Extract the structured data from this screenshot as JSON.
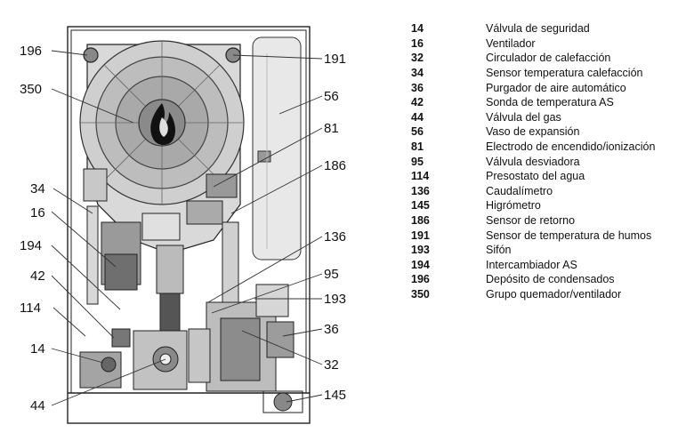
{
  "legend": [
    {
      "num": "14",
      "label": "Válvula de seguridad"
    },
    {
      "num": "16",
      "label": "Ventilador"
    },
    {
      "num": "32",
      "label": "Circulador de calefacción"
    },
    {
      "num": "34",
      "label": "Sensor temperatura calefacción"
    },
    {
      "num": "36",
      "label": "Purgador de aire automático"
    },
    {
      "num": "42",
      "label": "Sonda de temperatura AS"
    },
    {
      "num": "44",
      "label": "Válvula del gas"
    },
    {
      "num": "56",
      "label": "Vaso de expansión"
    },
    {
      "num": "81",
      "label": "Electrodo de encendido/ionización"
    },
    {
      "num": "95",
      "label": "Válvula desviadora"
    },
    {
      "num": "114",
      "label": "Presostato del agua"
    },
    {
      "num": "136",
      "label": "Caudalímetro"
    },
    {
      "num": "145",
      "label": "Higrómetro"
    },
    {
      "num": "186",
      "label": "Sensor de retorno"
    },
    {
      "num": "191",
      "label": "Sensor de temperatura de humos"
    },
    {
      "num": "193",
      "label": "Sifón"
    },
    {
      "num": "194",
      "label": "Intercambiador AS"
    },
    {
      "num": "196",
      "label": "Depósito de condensados"
    },
    {
      "num": "350",
      "label": "Grupo quemador/ventilador"
    }
  ],
  "callouts": {
    "c196": "196",
    "c350": "350",
    "c34": "34",
    "c16": "16",
    "c194": "194",
    "c42": "42",
    "c114": "114",
    "c14": "14",
    "c44": "44",
    "c191": "191",
    "c56": "56",
    "c81": "81",
    "c186": "186",
    "c136": "136",
    "c95": "95",
    "c193": "193",
    "c36": "36",
    "c32": "32",
    "c145": "145"
  }
}
